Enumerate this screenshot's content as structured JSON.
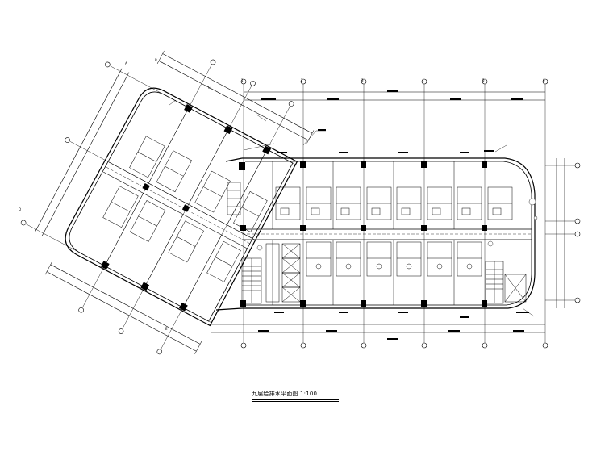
{
  "drawing": {
    "caption": "九层给排水平面图  1:100",
    "grid_labels_right": [
      "1",
      "2",
      "3",
      "4",
      "5",
      "6"
    ],
    "grid_labels_angled": [
      "A",
      "B",
      "C",
      "D",
      "E"
    ],
    "stroke_color": "#000000",
    "background_color": "#ffffff"
  }
}
